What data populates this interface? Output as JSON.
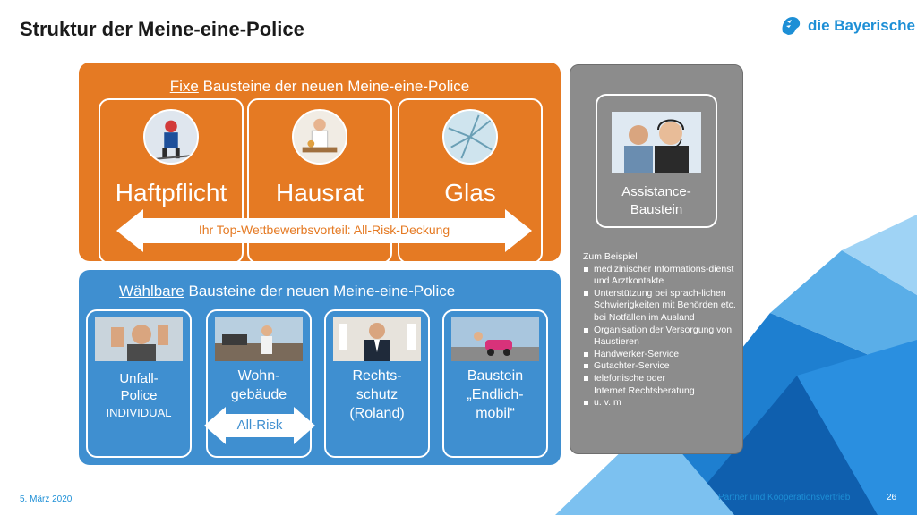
{
  "header": {
    "title": "Struktur der Meine-eine-Police",
    "logo_text": "die Bayerische",
    "logo_icon": "lion-head-icon"
  },
  "fixed": {
    "heading_underlined": "Fixe",
    "heading_rest": " Bausteine der neuen Meine-eine-Police",
    "cards": [
      {
        "label": "Haftpflicht",
        "image": "skier-photo"
      },
      {
        "label": "Hausrat",
        "image": "waiter-photo"
      },
      {
        "label": "Glas",
        "image": "broken-glass-photo"
      }
    ],
    "arrow_text": "Ihr Top-Wettbewerbsvorteil: All-Risk-Deckung"
  },
  "selectable": {
    "heading_underlined": "Wählbare",
    "heading_rest": " Bausteine der neuen Meine-eine-Police",
    "cards": [
      {
        "line1": "Unfall-",
        "line2": "Police",
        "line3": "INDIVIDUAL"
      },
      {
        "line1": "Wohn-",
        "line2": "gebäude"
      },
      {
        "line1": "Rechts-",
        "line2": "schutz",
        "line3": "(Roland)"
      },
      {
        "line1": "Baustein",
        "line2": "„Endlich-",
        "line3": "mobil“"
      }
    ],
    "arrow_text": "All-Risk"
  },
  "assistance": {
    "card_line1": "Assistance-",
    "card_line2": "Baustein",
    "intro": "Zum Beispiel",
    "items": [
      "medizinischer Informations-dienst und Arztkontakte",
      "Unterstützung bei sprach-lichen Schwierigkeiten mit Behörden etc. bei Notfällen im Ausland",
      "Organisation der Versorgung von Haustieren",
      "Handwerker-Service",
      "Gutachter-Service",
      "telefonische oder Internet.Rechtsberatung",
      "u. v. m"
    ]
  },
  "footer": {
    "date": "5. März 2020",
    "text": "Partner und Kooperationsvertrieb",
    "page": "26"
  },
  "colors": {
    "orange": "#e57a23",
    "blue": "#3f8fd0",
    "gray": "#8c8c8c",
    "brand": "#1d8fd6"
  }
}
